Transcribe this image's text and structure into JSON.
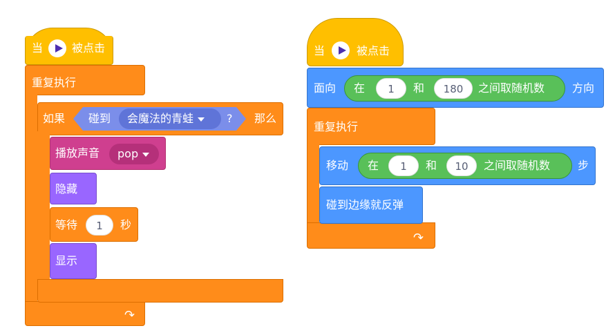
{
  "script1": {
    "hat": {
      "prefix": "当",
      "suffix": "被点击"
    },
    "forever": "重复执行",
    "if_block": {
      "if": "如果",
      "then": "那么",
      "sensing": "碰到",
      "target": "会魔法的青蛙",
      "question": "?"
    },
    "play_sound": {
      "label": "播放声音",
      "sound": "pop"
    },
    "hide": "隐藏",
    "wait": {
      "label": "等待",
      "value": "1",
      "unit": "秒"
    },
    "show": "显示"
  },
  "script2": {
    "hat": {
      "prefix": "当",
      "suffix": "被点击"
    },
    "point": {
      "label": "面向",
      "suffix": "方向",
      "rand_prefix": "在",
      "rand_and": "和",
      "rand_suffix": "之间取随机数",
      "from": "1",
      "to": "180"
    },
    "forever": "重复执行",
    "move": {
      "label": "移动",
      "suffix": "步",
      "rand_prefix": "在",
      "rand_and": "和",
      "rand_suffix": "之间取随机数",
      "from": "1",
      "to": "10"
    },
    "bounce": "碰到边缘就反弹"
  }
}
